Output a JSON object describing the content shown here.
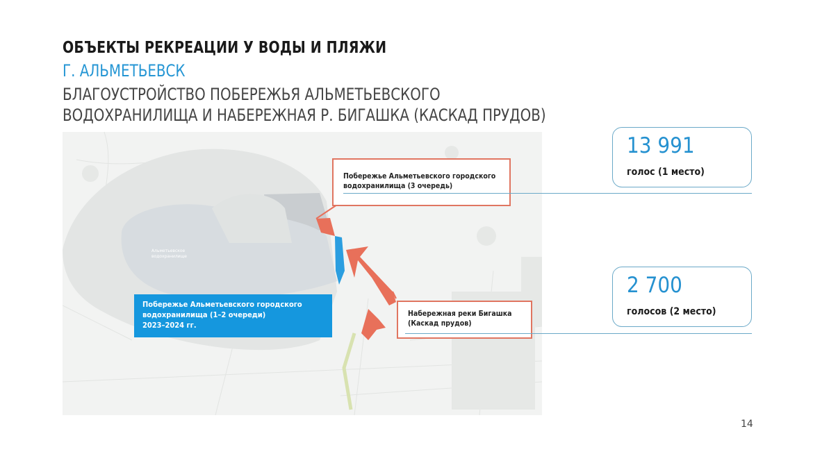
{
  "slide": {
    "title": "ОБЪЕКТЫ РЕКРЕАЦИИ У ВОДЫ И ПЛЯЖИ",
    "city": "Г. АЛЬМЕТЬЕВСК",
    "subtitle_line1": "БЛАГОУСТРОЙСТВО ПОБЕРЕЖЬЯ АЛЬМЕТЬЕВСКОГО",
    "subtitle_line2": "ВОДОХРАНИЛИЩА И НАБЕРЕЖНАЯ Р. БИГАШКА (КАСКАД ПРУДОВ)",
    "page_number": "14"
  },
  "map": {
    "water_label_line1": "Альметьевское",
    "water_label_line2": "водохранилище",
    "callouts": [
      {
        "line1": "Побережье  Альметьевского городского",
        "line2": "водохранилища (1–2 очереди)",
        "line3": "2023–2024 гг."
      },
      {
        "line1": "Побережье  Альметьевского городского",
        "line2": "водохранилища (3 очередь)"
      },
      {
        "line1": "Набережная реки Бигашка",
        "line2": "(Каскад прудов)"
      }
    ]
  },
  "stats": [
    {
      "value": "13 991",
      "label": "голос (1 место)"
    },
    {
      "value": "2 700",
      "label": "голосов (2 место)"
    }
  ],
  "colors": {
    "accent_blue": "#1597de",
    "accent_red": "#e8705a",
    "text_blue": "#2591d0"
  }
}
